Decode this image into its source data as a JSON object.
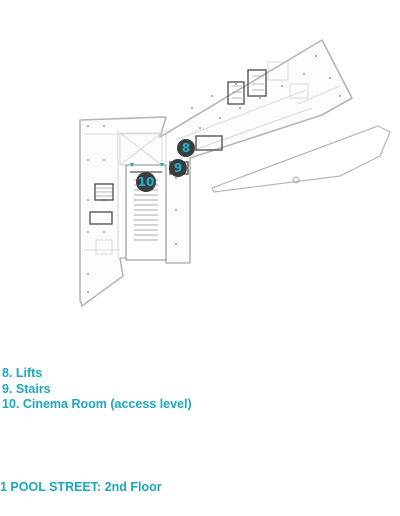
{
  "map": {
    "markers": [
      {
        "label": "8",
        "role": "lifts"
      },
      {
        "label": "9",
        "role": "stairs"
      },
      {
        "label": "10",
        "role": "cinema-room"
      }
    ],
    "colors": {
      "accent": "#1aa8be",
      "marker_fill": "#3a3d3f",
      "marker_text": "#1fb3c7",
      "wall": "#b5b5b5",
      "wall_dark": "#555555"
    }
  },
  "legend": {
    "items": [
      {
        "text": "8. Lifts"
      },
      {
        "text": "9. Stairs"
      },
      {
        "text": "10. Cinema Room (access level)"
      }
    ]
  },
  "caption": "1 POOL STREET: 2nd Floor"
}
